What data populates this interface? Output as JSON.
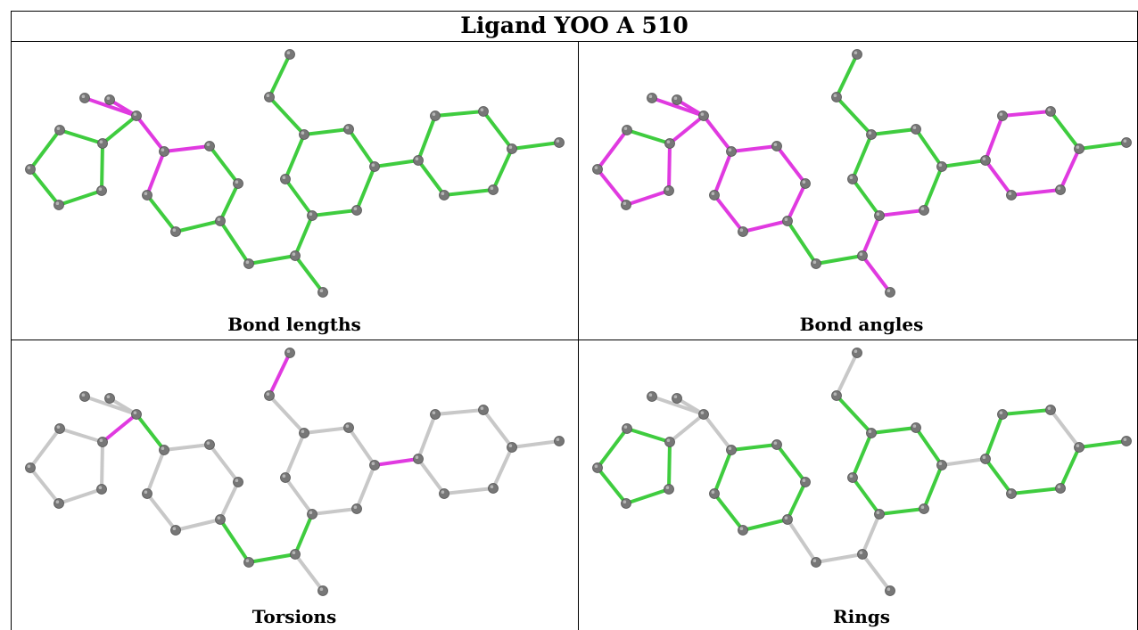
{
  "title": "Ligand YOO A 510",
  "colors": {
    "green": "#3fcc3f",
    "magenta": "#e03ae0",
    "gray_bond": "#c8c8c8",
    "atom": "#777777"
  },
  "panels": [
    {
      "label": "Bond lengths"
    },
    {
      "label": "Bond angles"
    },
    {
      "label": "Torsions"
    },
    {
      "label": "Rings"
    }
  ]
}
